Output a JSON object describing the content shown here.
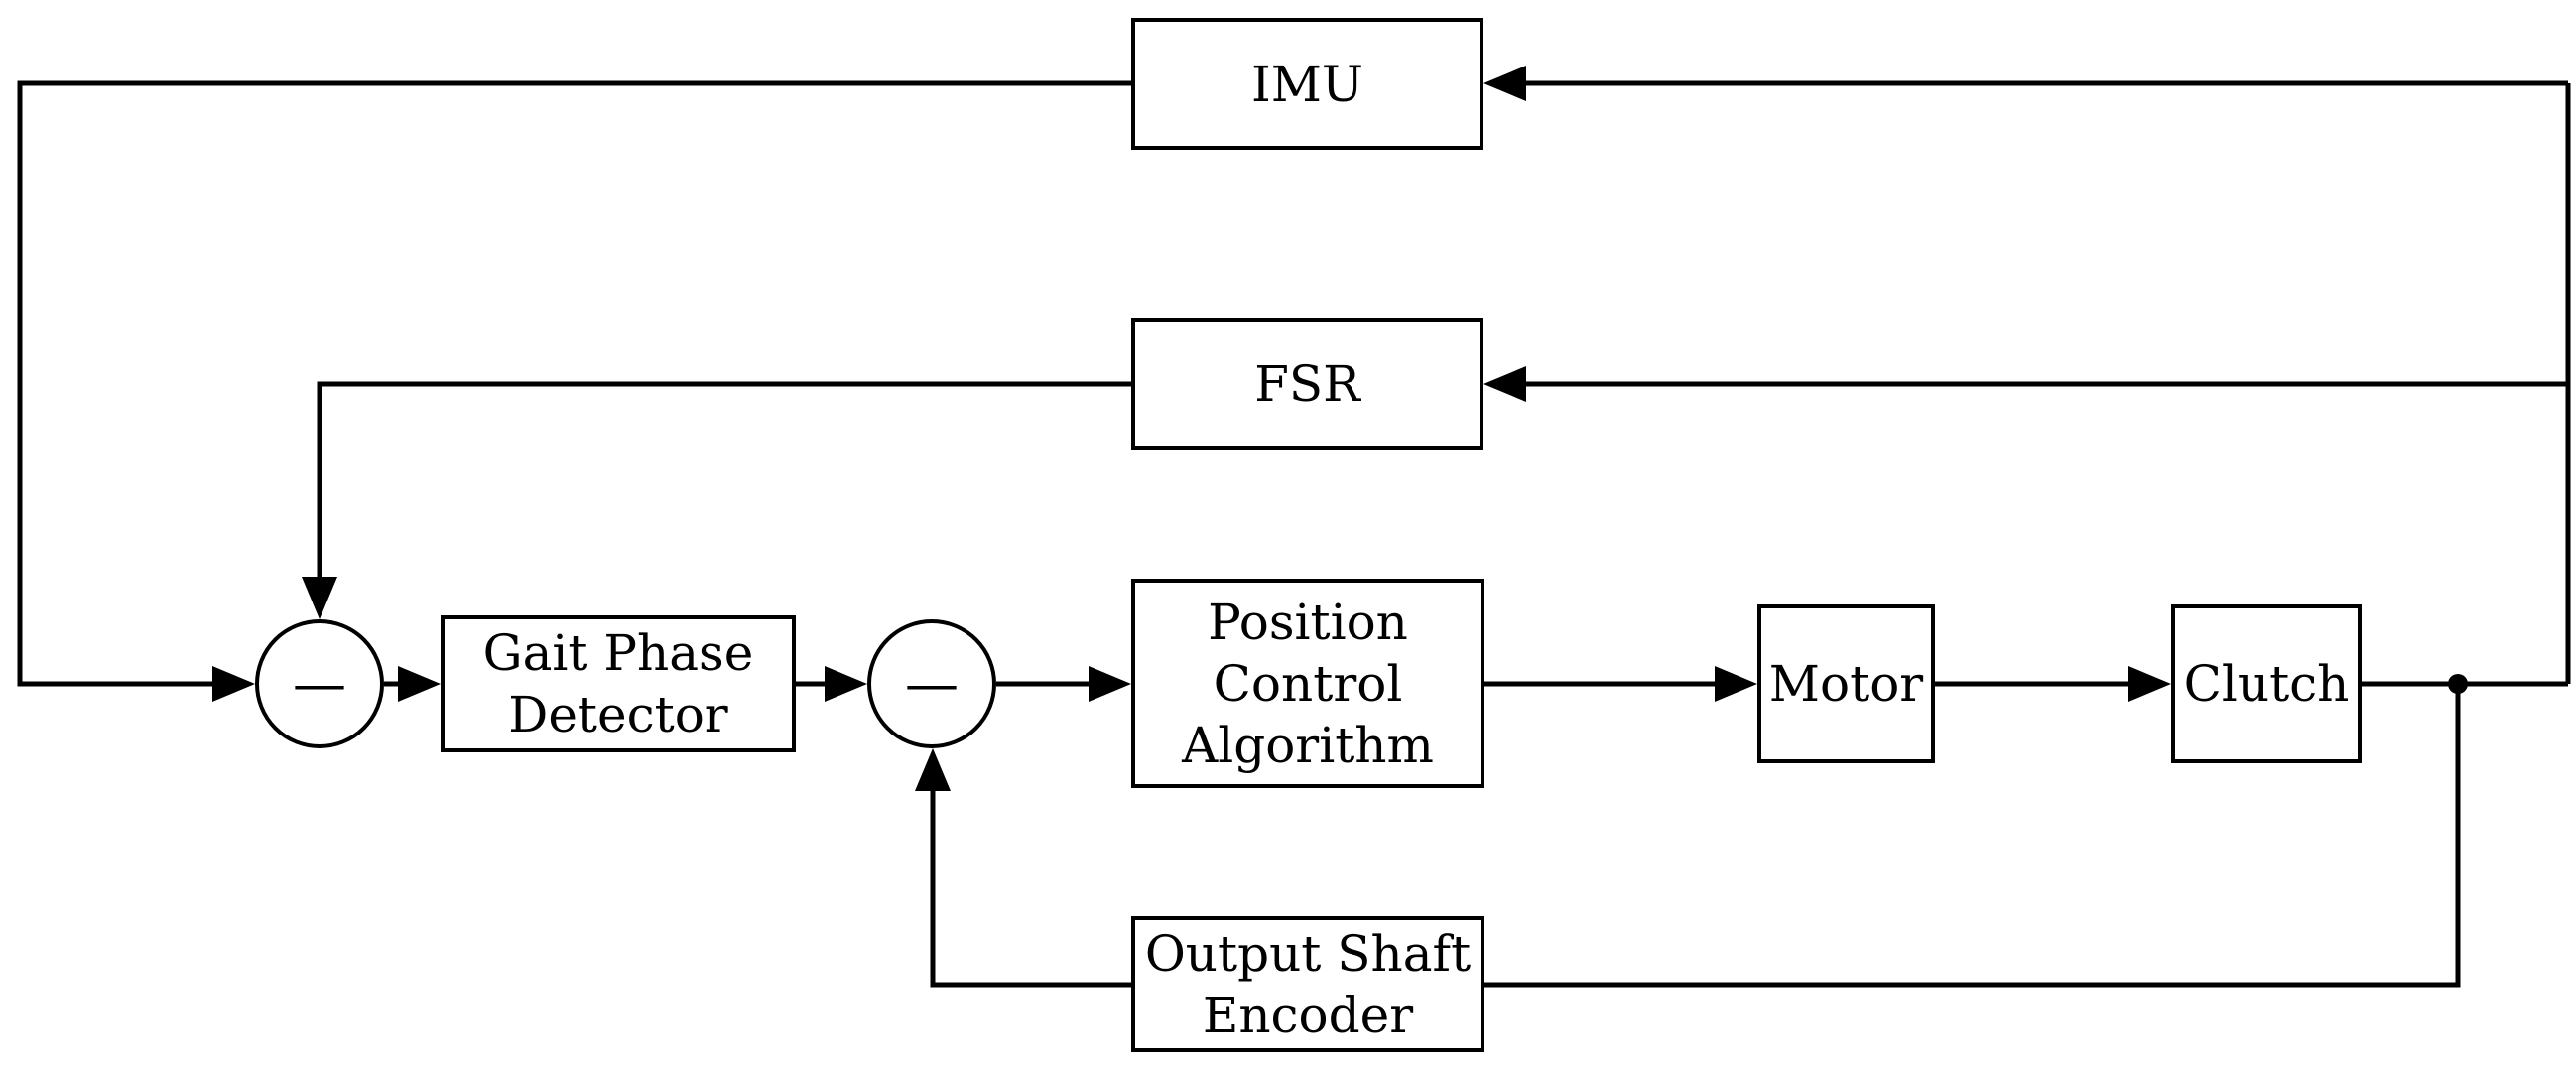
{
  "diagram": {
    "blocks": {
      "imu": "IMU",
      "fsr": "FSR",
      "gait_phase_detector": "Gait Phase\nDetector",
      "position_control": "Position\nControl\nAlgorithm",
      "motor": "Motor",
      "clutch": "Clutch",
      "output_shaft_encoder": "Output Shaft\nEncoder"
    },
    "summing_junctions": {
      "first": "—",
      "second": "—"
    },
    "colors": {
      "stroke": "#000000",
      "background": "#ffffff"
    }
  }
}
